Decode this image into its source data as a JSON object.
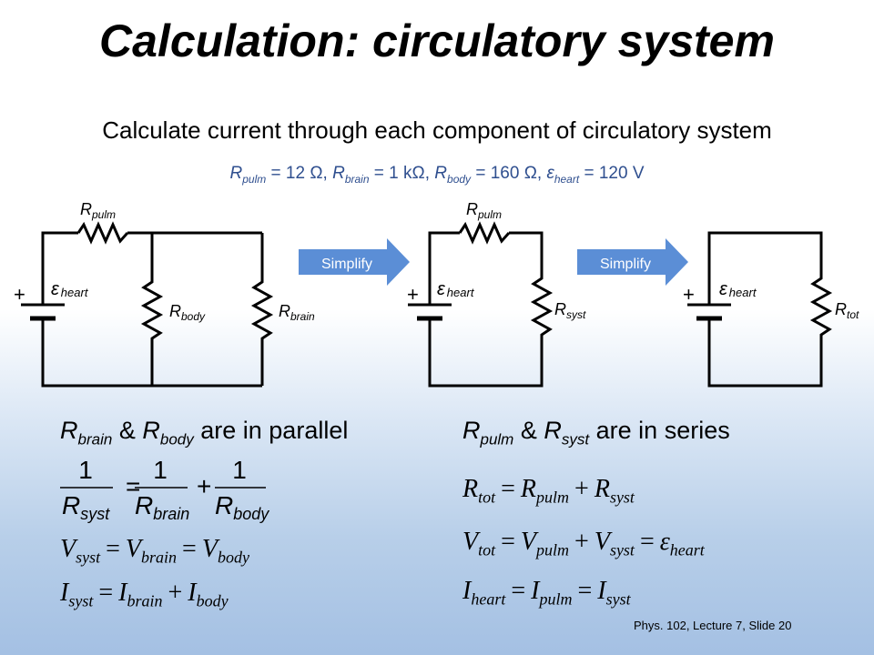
{
  "title": "Calculation: circulatory system",
  "subtitle": "Calculate current through each component of circulatory system",
  "given": {
    "rpulm": "12 Ω",
    "rbrain": "1 kΩ",
    "rbody": "160 Ω",
    "eheart": "120 V"
  },
  "symbols": {
    "R": "R",
    "eps": "ε",
    "plus": "+",
    "pulm": "pulm",
    "brain": "brain",
    "body": "body",
    "heart": "heart",
    "syst": "syst",
    "tot": "tot"
  },
  "arrows": {
    "simplify1": "Simplify",
    "simplify2": "Simplify"
  },
  "left_heading": {
    "connector": "&",
    "phrase": "are in parallel"
  },
  "right_heading": {
    "connector": "&",
    "phrase": "are in series"
  },
  "equations": {
    "one": "1",
    "V": "V",
    "I": "I",
    "eq": "=",
    "add": "+"
  },
  "footer": "Phys. 102, Lecture 7, Slide 20",
  "colors": {
    "arrow": "#5b8ed6",
    "arrow_text": "#ffffff",
    "values_text": "#2f4f8f"
  }
}
